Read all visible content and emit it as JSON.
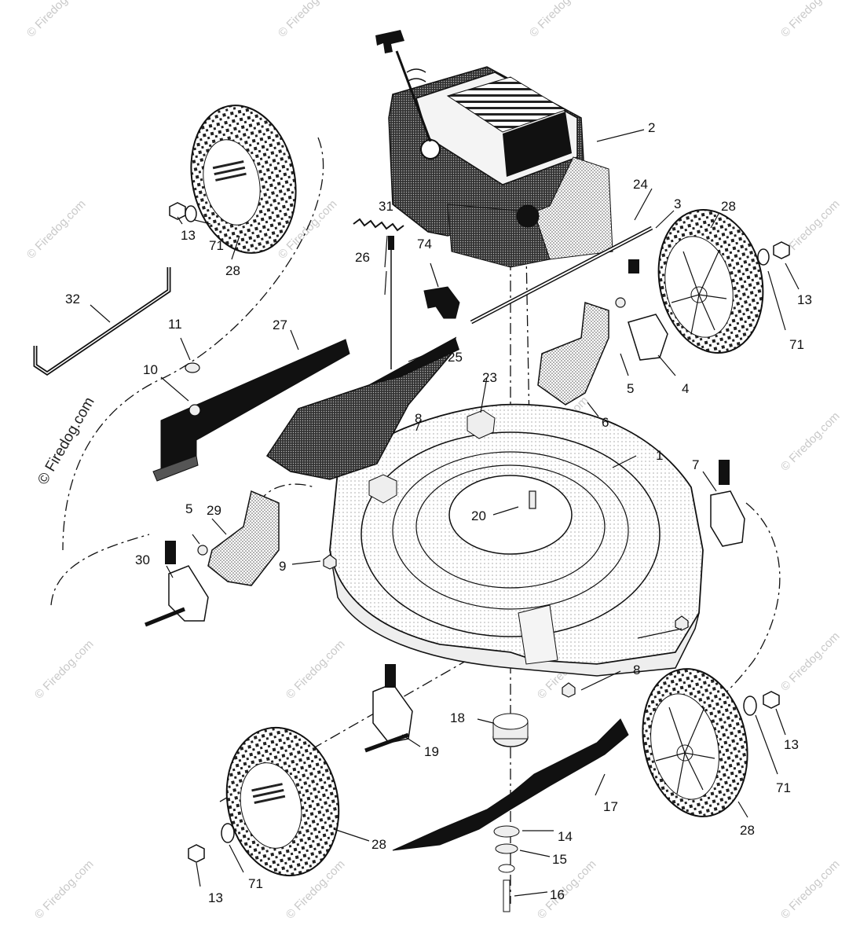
{
  "watermark": {
    "text": "© Firedog.com",
    "main_text": "© Firedog.com"
  },
  "part_labels": {
    "p1": "1",
    "p2": "2",
    "p3": "3",
    "p4": "4",
    "p5a": "5",
    "p5b": "5",
    "p6": "6",
    "p7": "7",
    "p8a": "8",
    "p8b": "8",
    "p9": "9",
    "p10": "10",
    "p11": "11",
    "p13a": "13",
    "p13b": "13",
    "p13c": "13",
    "p13d": "13",
    "p14": "14",
    "p15": "15",
    "p16": "16",
    "p17": "17",
    "p18": "18",
    "p19": "19",
    "p20": "20",
    "p23": "23",
    "p24": "24",
    "p25": "25",
    "p26": "26",
    "p27": "27",
    "p28a": "28",
    "p28b": "28",
    "p28c": "28",
    "p28d": "28",
    "p29": "29",
    "p30": "30",
    "p31": "31",
    "p32": "32",
    "p71a": "71",
    "p71b": "71",
    "p71c": "71",
    "p71d": "71",
    "p74": "74"
  }
}
